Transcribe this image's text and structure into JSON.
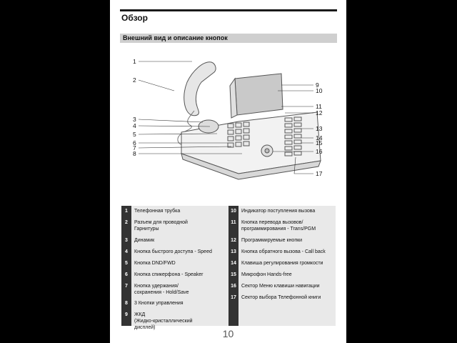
{
  "header": {
    "title": "Обзор"
  },
  "section": {
    "title": "Внешний вид и описание кнопок"
  },
  "callouts": [
    "1",
    "2",
    "3",
    "4",
    "5",
    "6",
    "7",
    "8",
    "9",
    "10",
    "11",
    "12",
    "13",
    "14",
    "15",
    "16",
    "17"
  ],
  "table": {
    "left": [
      {
        "num": "1",
        "text": "Телефонная трубка"
      },
      {
        "num": "2",
        "text": "Разъем для проводной\nГарнитуры"
      },
      {
        "num": "3",
        "text": "Динамик"
      },
      {
        "num": "4",
        "text": "Кнопка быстрого доступа - Speed"
      },
      {
        "num": "5",
        "text": "Кнопка DND/FWD"
      },
      {
        "num": "6",
        "text": "Кнопка спикерфона - Speaker"
      },
      {
        "num": "7",
        "text": "Кнопка удержания/\nсохранения - Hold/Save"
      },
      {
        "num": "8",
        "text": "3 Кнопки управления"
      },
      {
        "num": "9",
        "text": "ЖКД\n(Жидко-кристаллический\nдисплей)"
      }
    ],
    "right": [
      {
        "num": "10",
        "text": "Индикатор поступления вызова"
      },
      {
        "num": "11",
        "text": "Кнопка перевода вызовов/\nпрограммирования - Trans/PGM"
      },
      {
        "num": "12",
        "text": "Программируемые кнопки"
      },
      {
        "num": "13",
        "text": "Кнопка обратного вызова - Call back"
      },
      {
        "num": "14",
        "text": "Клавиша регулирования громкости"
      },
      {
        "num": "15",
        "text": "Микрофон Hands-free"
      },
      {
        "num": "16",
        "text": "Сектор Меню клавиши навигации"
      },
      {
        "num": "17",
        "text": "Сектор выбора Телефонной книги"
      }
    ]
  },
  "footer": {
    "page_number": "10"
  }
}
